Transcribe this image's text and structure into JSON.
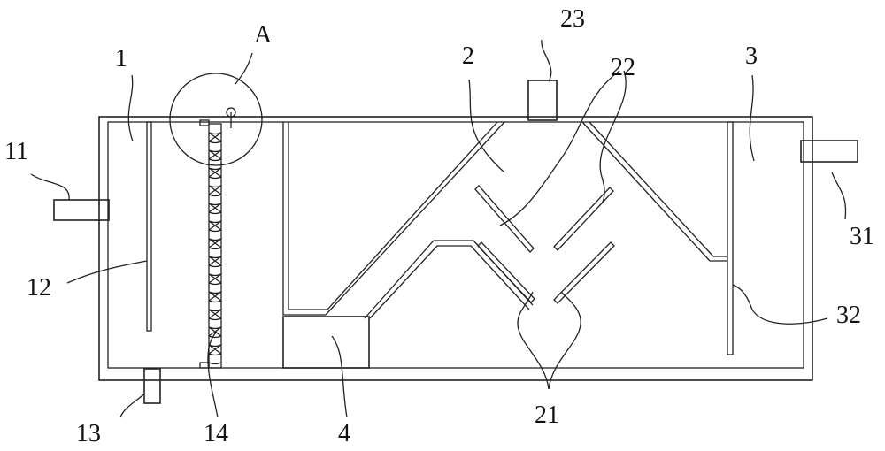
{
  "labels": {
    "l1": "1",
    "l2": "2",
    "l3": "3",
    "l4": "4",
    "l11": "11",
    "l12": "12",
    "l13": "13",
    "l14": "14",
    "l21": "21",
    "l22": "22",
    "l23": "23",
    "l31": "31",
    "l32": "32",
    "lA": "A"
  }
}
